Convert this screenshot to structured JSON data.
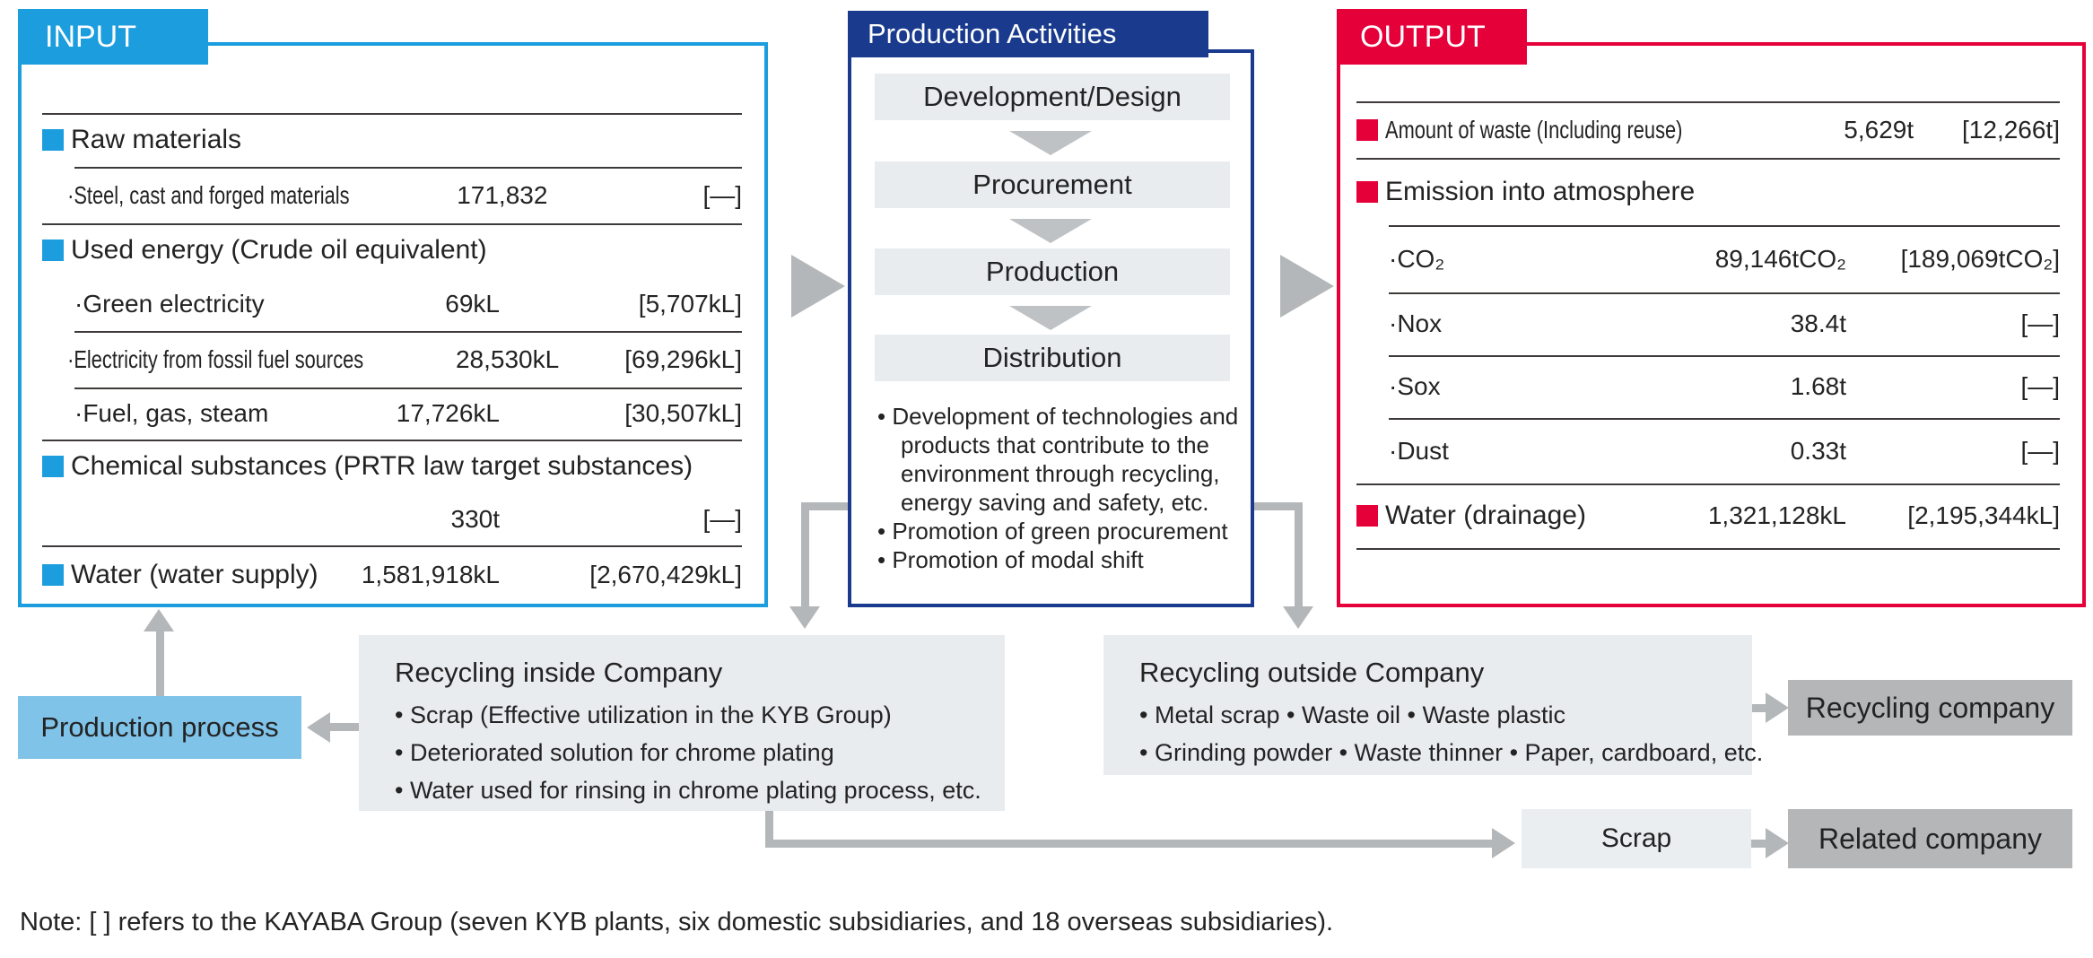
{
  "colors": {
    "input_blue": "#1B9DDE",
    "navy_blue": "#1A3B8D",
    "output_red": "#E5003A",
    "light_blue": "#7FC3E9",
    "panel_gray": "#E9ECEF",
    "company_gray": "#B5B6B7",
    "scrap_gray": "#EBEEF0",
    "arrow_gray": "#B4B7B9",
    "text": "#232323"
  },
  "input": {
    "tab": "INPUT",
    "rows": [
      {
        "label": "Raw materials"
      },
      {
        "label": "·Steel, cast and forged materials",
        "value": "171,832",
        "bracket": "[—]"
      },
      {
        "label": "Used energy (Crude oil equivalent)"
      },
      {
        "label": "·Green electricity",
        "value": "69kL",
        "bracket": "[5,707kL]"
      },
      {
        "label": "·Electricity from fossil fuel sources",
        "value": "28,530kL",
        "bracket": "[69,296kL]"
      },
      {
        "label": "·Fuel, gas, steam",
        "value": "17,726kL",
        "bracket": "[30,507kL]"
      },
      {
        "label": "Chemical substances (PRTR law target substances)"
      },
      {
        "label": "",
        "value": "330t",
        "bracket": "[—]"
      },
      {
        "label": "Water (water supply)",
        "value": "1,581,918kL",
        "bracket": "[2,670,429kL]"
      }
    ]
  },
  "production": {
    "tab": "Production Activities",
    "steps": [
      "Development/Design",
      "Procurement",
      "Production",
      "Distribution"
    ],
    "bullets": [
      "• Development of technologies and products that contribute to the environment through recycling, energy saving and safety, etc.",
      "• Promotion of green procurement",
      "• Promotion of modal shift"
    ]
  },
  "output": {
    "tab": "OUTPUT",
    "rows": [
      {
        "label": "Amount of waste (Including reuse)",
        "value": "5,629t",
        "bracket": "[12,266t]"
      },
      {
        "label": "Emission into atmosphere"
      },
      {
        "label": "·CO₂",
        "value": "89,146tCO₂",
        "bracket": "[189,069tCO₂]"
      },
      {
        "label": "·Nox",
        "value": "38.4t",
        "bracket": "[—]"
      },
      {
        "label": "·Sox",
        "value": "1.68t",
        "bracket": "[—]"
      },
      {
        "label": "·Dust",
        "value": "0.33t",
        "bracket": "[—]"
      },
      {
        "label": "Water (drainage)",
        "value": "1,321,128kL",
        "bracket": "[2,195,344kL]"
      }
    ]
  },
  "flow": {
    "production_process": "Production process",
    "recycling_inside": {
      "title": "Recycling inside Company",
      "items": [
        "• Scrap (Effective utilization in the KYB Group)",
        "• Deteriorated solution for chrome plating",
        "• Water used for rinsing in chrome plating process, etc."
      ]
    },
    "recycling_outside": {
      "title": "Recycling outside Company",
      "items": [
        "• Metal scrap  • Waste oil  • Waste plastic",
        "• Grinding powder • Waste thinner • Paper, cardboard, etc."
      ]
    },
    "recycling_company": "Recycling company",
    "scrap": "Scrap",
    "related_company": "Related company"
  },
  "note": "Note: [ ] refers to the KAYABA Group (seven KYB plants, six domestic subsidiaries, and 18 overseas subsidiaries)."
}
